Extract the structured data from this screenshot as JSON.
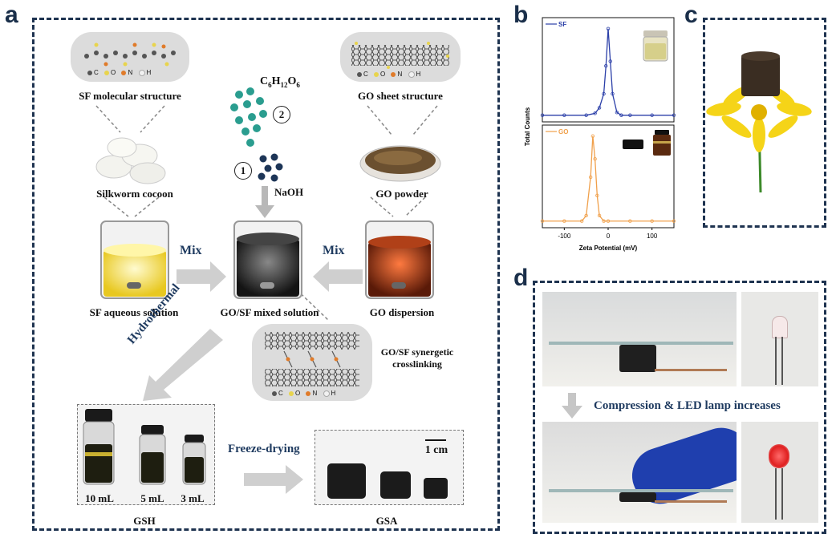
{
  "panels": {
    "a": "a",
    "b": "b",
    "c": "c",
    "d": "d"
  },
  "panel_a": {
    "sf_structure_label": "SF molecular structure",
    "go_structure_label": "GO sheet structure",
    "glucose_formula": "C6H12O6",
    "step_2": "2",
    "step_1": "1",
    "naoh": "NaOH",
    "silkworm_label": "Silkworm cocoon",
    "go_powder_label": "GO powder",
    "mix_left": "Mix",
    "mix_right": "Mix",
    "sf_solution_label": "SF aqueous solution",
    "mixed_label": "GO/SF mixed solution",
    "go_dispersion_label": "GO dispersion",
    "hydrothermal": "Hydrothermal",
    "crosslinking_label": "GO/SF synergetic crosslinking",
    "freeze_drying": "Freeze-drying",
    "scale_bar": "1 cm",
    "volumes": [
      "10 mL",
      "5 mL",
      "3 mL"
    ],
    "gsh": "GSH",
    "gsa": "GSA",
    "legend": [
      {
        "symbol": "C",
        "color": "#555555"
      },
      {
        "symbol": "O",
        "color": "#e8d44d"
      },
      {
        "symbol": "N",
        "color": "#e07b2a"
      },
      {
        "symbol": "H",
        "color": "#f2f2f2"
      }
    ]
  },
  "chart_data": {
    "type": "line",
    "ylabel": "Total Counts",
    "xlabel": "Zeta Potential (mV)",
    "xlim": [
      -150,
      150
    ],
    "xticks": [
      -100,
      0,
      100
    ],
    "series": [
      {
        "name": "SF",
        "color": "#2b3fa8",
        "x": [
          -150,
          -100,
          -50,
          -30,
          -20,
          -10,
          -5,
          0,
          5,
          10,
          20,
          30,
          50,
          100,
          150
        ],
        "y": [
          0.02,
          0.02,
          0.02,
          0.04,
          0.1,
          0.25,
          0.55,
          0.95,
          0.6,
          0.25,
          0.05,
          0.02,
          0.02,
          0.02,
          0.02
        ]
      },
      {
        "name": "GO",
        "color": "#f0a04b",
        "x": [
          -150,
          -100,
          -60,
          -50,
          -40,
          -35,
          -30,
          -25,
          -20,
          -10,
          0,
          50,
          100,
          150
        ],
        "y": [
          0.02,
          0.02,
          0.02,
          0.08,
          0.5,
          0.95,
          0.7,
          0.3,
          0.08,
          0.02,
          0.02,
          0.02,
          0.02,
          0.02
        ]
      }
    ]
  },
  "panel_d": {
    "caption": "Compression & LED lamp increases"
  }
}
